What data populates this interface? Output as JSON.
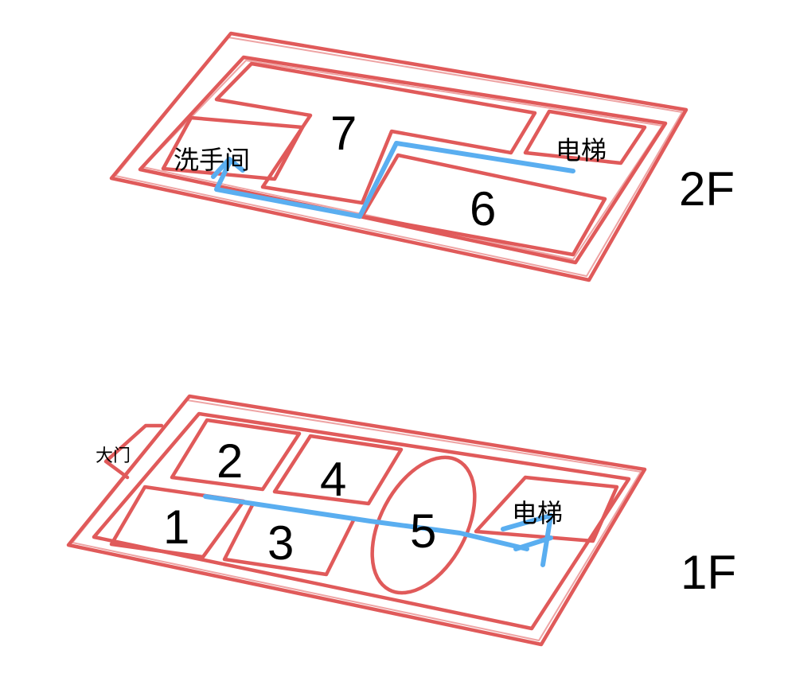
{
  "colors": {
    "wall": "#e05a5a",
    "route": "#5aaef0",
    "text": "#000000",
    "background": "#ffffff"
  },
  "floors": [
    {
      "label": "2F",
      "rooms": [
        {
          "label": "7"
        },
        {
          "label": "6"
        }
      ],
      "restroom_label": "洗手间",
      "elevator_label": "电梯"
    },
    {
      "label": "1F",
      "rooms": [
        {
          "label": "1"
        },
        {
          "label": "2"
        },
        {
          "label": "3"
        },
        {
          "label": "4"
        },
        {
          "label": "5"
        }
      ],
      "entrance_label": "大门",
      "elevator_label": "电梯"
    }
  ]
}
